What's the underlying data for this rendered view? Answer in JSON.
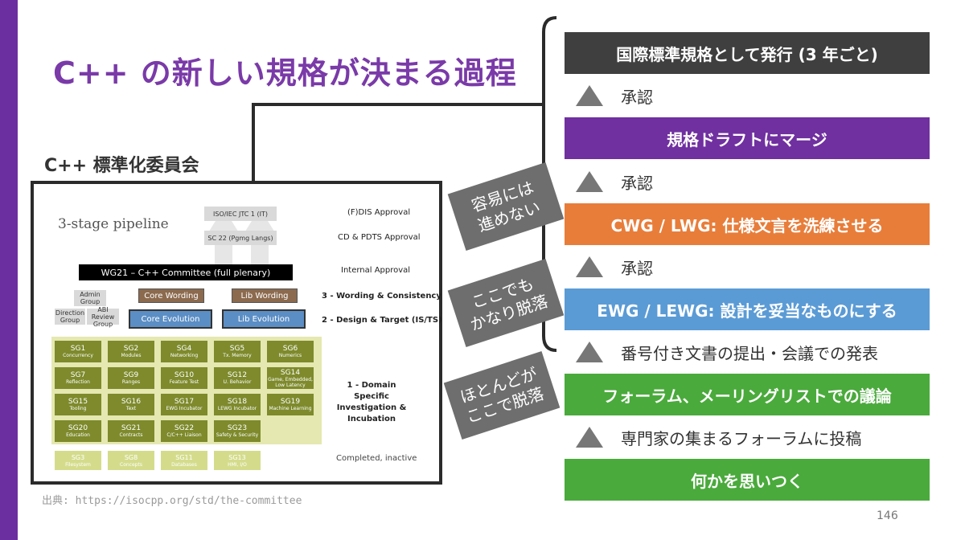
{
  "title": "C++ の新しい規格が決まる過程",
  "committee_label": "C++ 標準化委員会",
  "source": "出典: https://isocpp.org/std/the-committee",
  "page_number": "146",
  "steps": [
    {
      "label": "国際標準規格として発行 (3 年ごと)",
      "color": "#3f3f3f"
    },
    {
      "label": "規格ドラフトにマージ",
      "color": "#7030a0"
    },
    {
      "label": "CWG / LWG: 仕様文言を洗練させる",
      "color": "#e87d3a"
    },
    {
      "label": "EWG / LEWG: 設計を妥当なものにする",
      "color": "#5b9bd5"
    },
    {
      "label": "フォーラム、メーリングリストでの議論",
      "color": "#4aaa3c"
    },
    {
      "label": "何かを思いつく",
      "color": "#4aaa3c"
    }
  ],
  "arrows": [
    "承認",
    "承認",
    "承認",
    "番号付き文書の提出・会議での発表",
    "専門家の集まるフォーラムに投稿"
  ],
  "notes": [
    "容易には\n進めない",
    "ここでも\nかなり脱落",
    "ほとんどが\nここで脱落"
  ],
  "diagram": {
    "pipeline": "3-stage pipeline",
    "iso": "ISO/IEC JTC 1 (IT)",
    "sc22": "SC 22 (Pgmg Langs)",
    "wg21": "WG21 – C++ Committee (full plenary)",
    "admin": "Admin Group",
    "direction": "Direction Group",
    "abi": "ABI Review Group",
    "core_wording": "Core Wording",
    "lib_wording": "Lib Wording",
    "core_evolution": "Core Evolution",
    "lib_evolution": "Lib Evolution",
    "right_labels": [
      "(F)DIS Approval",
      "CD & PDTS Approval",
      "Internal Approval",
      "3 - Wording & Consistency",
      "2 - Design & Target (IS/TS)",
      "1 - Domain Specific Investigation & Incubation",
      "Completed, inactive"
    ],
    "sgs": [
      {
        "n": "SG1",
        "d": "Concurrency"
      },
      {
        "n": "SG2",
        "d": "Modules"
      },
      {
        "n": "SG4",
        "d": "Networking"
      },
      {
        "n": "SG5",
        "d": "Tx. Memory"
      },
      {
        "n": "SG6",
        "d": "Numerics"
      },
      {
        "n": "SG7",
        "d": "Reflection"
      },
      {
        "n": "SG9",
        "d": "Ranges"
      },
      {
        "n": "SG10",
        "d": "Feature Test"
      },
      {
        "n": "SG12",
        "d": "U. Behavior"
      },
      {
        "n": "SG14",
        "d": "Game, Embedded, Low Latency"
      },
      {
        "n": "SG15",
        "d": "Tooling"
      },
      {
        "n": "SG16",
        "d": "Text"
      },
      {
        "n": "SG17",
        "d": "EWG Incubator"
      },
      {
        "n": "SG18",
        "d": "LEWG Incubator"
      },
      {
        "n": "SG19",
        "d": "Machine Learning"
      },
      {
        "n": "SG20",
        "d": "Education"
      },
      {
        "n": "SG21",
        "d": "Contracts"
      },
      {
        "n": "SG22",
        "d": "C/C++ Liaison"
      },
      {
        "n": "SG23",
        "d": "Safety & Security"
      }
    ],
    "inactive": [
      {
        "n": "SG3",
        "d": "Filesystem"
      },
      {
        "n": "SG8",
        "d": "Concepts"
      },
      {
        "n": "SG11",
        "d": "Databases"
      },
      {
        "n": "SG13",
        "d": "HMI, I/O"
      }
    ]
  }
}
